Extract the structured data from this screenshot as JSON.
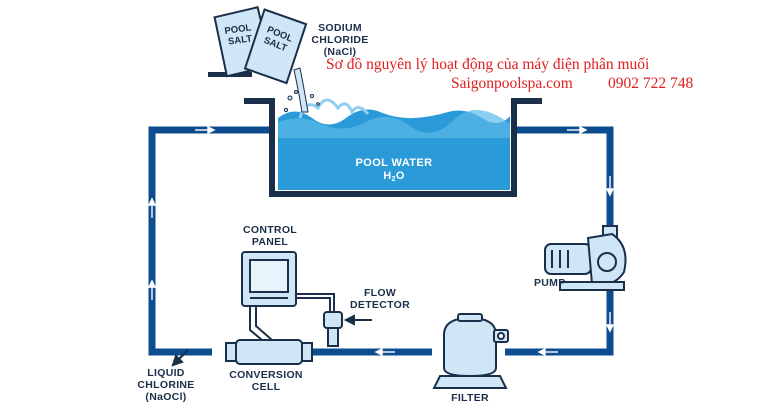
{
  "labels": {
    "sodium_line1": "SODIUM",
    "sodium_line2": "CHLORIDE",
    "sodium_line3": "(NaCl)",
    "pool_water": "POOL WATER",
    "pool_water_formula": "H",
    "pool_water_sub": "2",
    "pool_water_o": "O",
    "control_line1": "CONTROL",
    "control_line2": "PANEL",
    "flow_line1": "FLOW",
    "flow_line2": "DETECTOR",
    "pump": "PUMP",
    "filter": "FILTER",
    "conversion_line1": "CONVERSION",
    "conversion_line2": "CELL",
    "liquid_line1": "LIQUID",
    "liquid_line2": "CHLORINE",
    "liquid_line3": "(NaOCl)",
    "bag1_line1": "POOL",
    "bag1_line2": "SALT",
    "bag2_line1": "POOL",
    "bag2_line2": "SALT"
  },
  "overlay": {
    "title": "Sơ đồ nguyên lý hoạt động của máy điện phân muối",
    "website": "Saigonpoolspa.com",
    "phone": "0902 722 748"
  },
  "colors": {
    "pipe": "#0d4c8f",
    "water": "#2a9bd8",
    "water_light": "#8fd0f2",
    "equipment": "#cfe6f7",
    "outline": "#1b2f4a",
    "red_text": "#e02020"
  }
}
